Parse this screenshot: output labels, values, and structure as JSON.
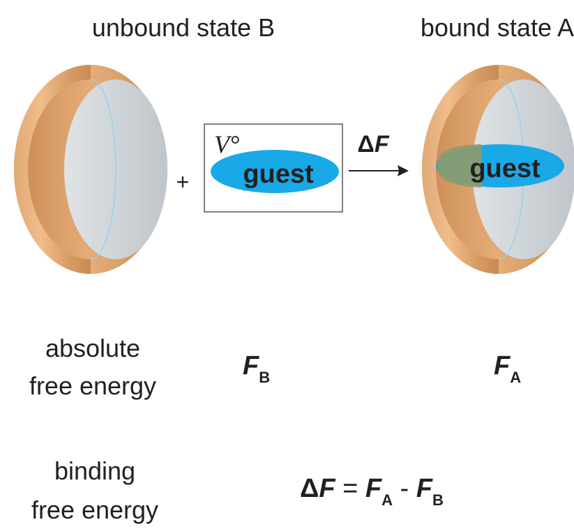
{
  "states": {
    "unbound_label": "unbound state B",
    "bound_label": "bound state A"
  },
  "box": {
    "volume_symbol": "V°",
    "guest_label": "guest"
  },
  "plus_sign": "+",
  "transition": {
    "delta_symbol": "Δ",
    "f_symbol": "F"
  },
  "bound_guest_label": "guest",
  "absolute": {
    "label_line1": "absolute",
    "label_line2": "free energy",
    "fb_symbol": "F",
    "fb_subscript": "B",
    "fa_symbol": "F",
    "fa_subscript": "A"
  },
  "binding": {
    "label_line1": "binding",
    "label_line2": "free energy",
    "eq_delta": "Δ",
    "eq_f": "F",
    "eq_equals": " = ",
    "eq_fa": "F",
    "eq_fa_sub": "A",
    "eq_minus": " - ",
    "eq_fb": "F",
    "eq_fb_sub": "B"
  },
  "colors": {
    "ring_copper": "#d9a070",
    "ring_inner": "#c6ccd1",
    "guest_blue": "#19a9e6",
    "text": "#231f20"
  }
}
